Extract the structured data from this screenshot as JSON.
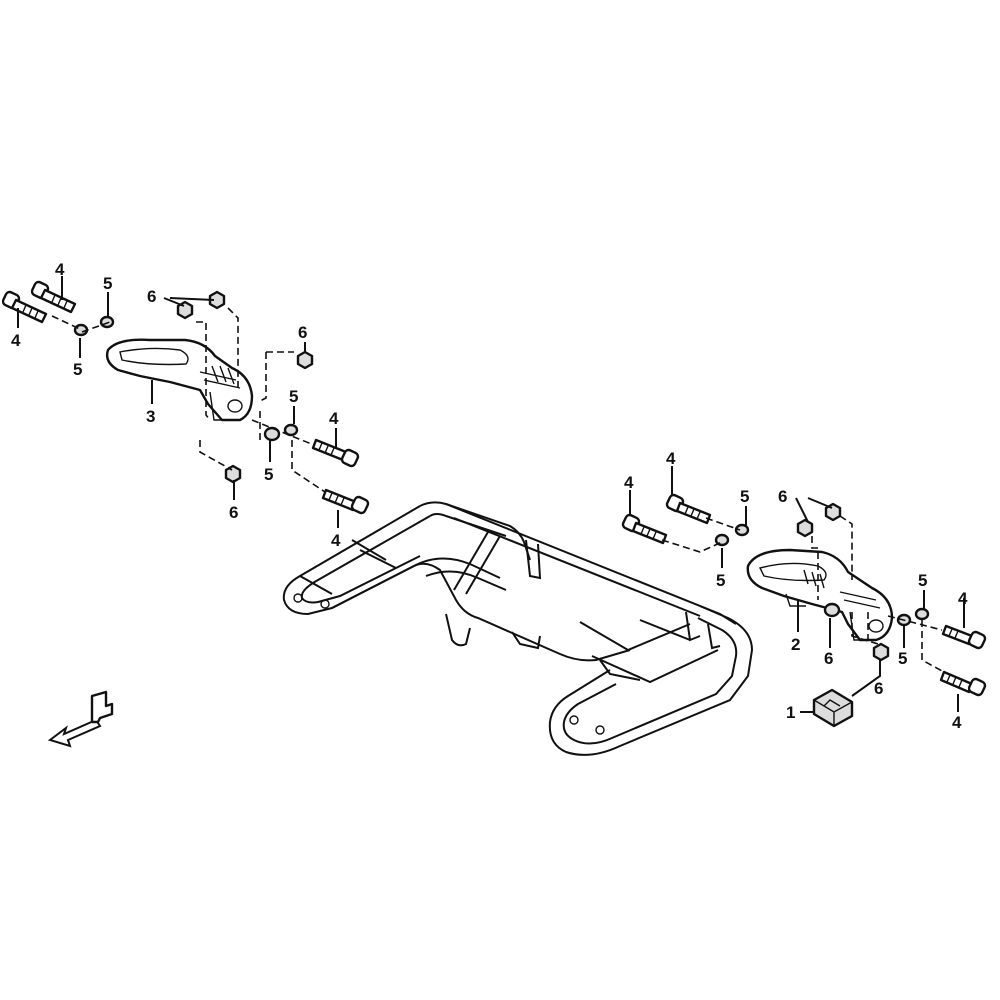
{
  "callouts": [
    {
      "id": "c-4-a",
      "text": "4"
    },
    {
      "id": "c-4-b",
      "text": "4"
    },
    {
      "id": "c-5-a",
      "text": "5"
    },
    {
      "id": "c-5-b",
      "text": "5"
    },
    {
      "id": "c-6-a",
      "text": "6"
    },
    {
      "id": "c-6-b",
      "text": "6"
    },
    {
      "id": "c-3",
      "text": "3"
    },
    {
      "id": "c-5-c",
      "text": "5"
    },
    {
      "id": "c-4-c",
      "text": "4"
    },
    {
      "id": "c-5-d",
      "text": "5"
    },
    {
      "id": "c-6-c",
      "text": "6"
    },
    {
      "id": "c-4-d",
      "text": "4"
    },
    {
      "id": "c-4-e",
      "text": "4"
    },
    {
      "id": "c-4-f",
      "text": "4"
    },
    {
      "id": "c-5-e",
      "text": "5"
    },
    {
      "id": "c-6-d",
      "text": "6"
    },
    {
      "id": "c-5-f",
      "text": "5"
    },
    {
      "id": "c-5-g",
      "text": "5"
    },
    {
      "id": "c-4-g",
      "text": "4"
    },
    {
      "id": "c-2",
      "text": "2"
    },
    {
      "id": "c-6-e",
      "text": "6"
    },
    {
      "id": "c-5-h",
      "text": "5"
    },
    {
      "id": "c-6-f",
      "text": "6"
    },
    {
      "id": "c-1",
      "text": "1"
    },
    {
      "id": "c-4-h",
      "text": "4"
    }
  ],
  "icons": {
    "front_arrow": "front-direction-arrow-icon",
    "front_letter": "F"
  }
}
